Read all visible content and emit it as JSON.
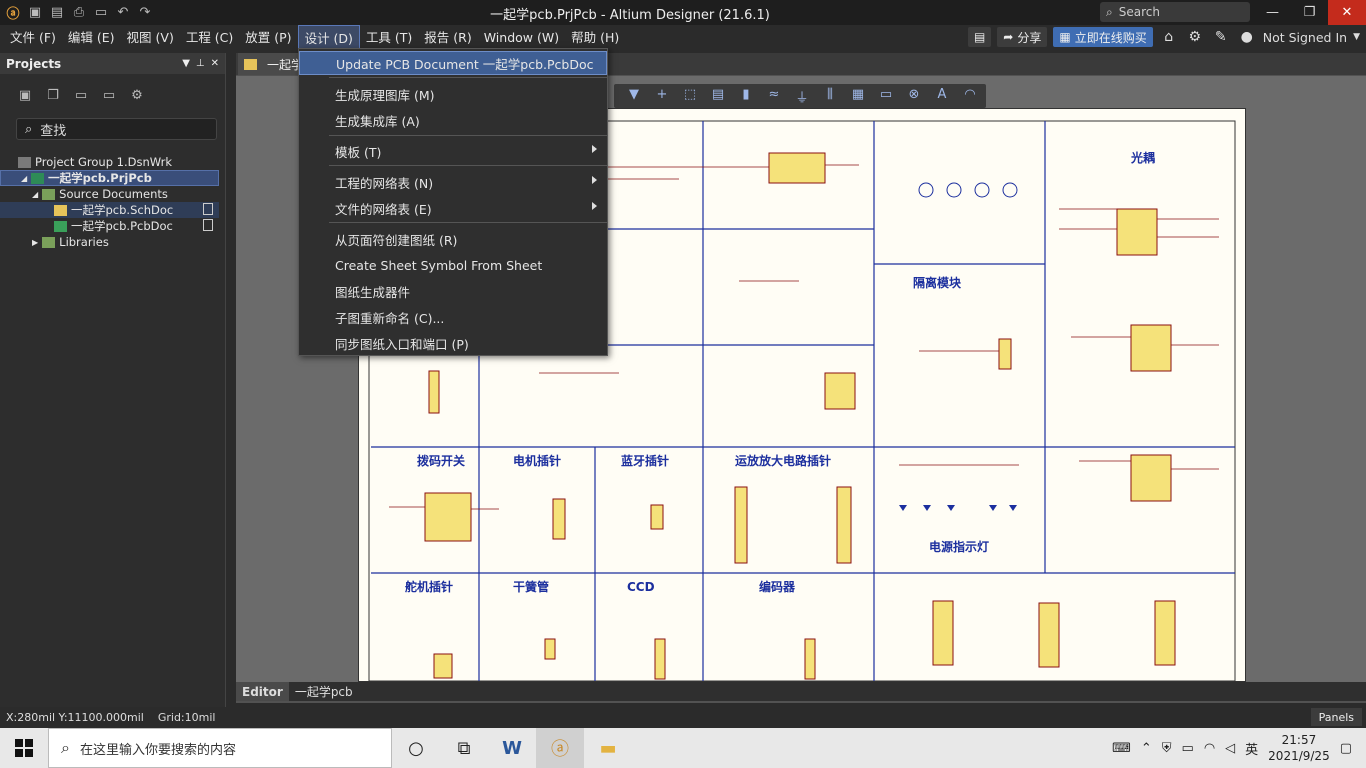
{
  "window": {
    "title": "一起学pcb.PrjPcb - Altium Designer (21.6.1)",
    "search_label": "Search"
  },
  "menu": {
    "items": [
      "文件 (F)",
      "编辑 (E)",
      "视图 (V)",
      "工程 (C)",
      "放置 (P)",
      "设计 (D)",
      "工具 (T)",
      "报告 (R)",
      "Window (W)",
      "帮助 (H)"
    ],
    "active_index": 5
  },
  "topright": {
    "share": "分享",
    "buy": "立即在线购买",
    "user": "Not Signed In"
  },
  "projects_panel": {
    "title": "Projects",
    "search_placeholder": "查找",
    "tree": [
      {
        "label": "Project Group 1.DsnWrk",
        "indent": 0
      },
      {
        "label": "一起学pcb.PrjPcb",
        "indent": 1
      },
      {
        "label": "Source Documents",
        "indent": 2
      },
      {
        "label": "一起学pcb.SchDoc",
        "indent": 3
      },
      {
        "label": "一起学pcb.PcbDoc",
        "indent": 3
      },
      {
        "label": "Libraries",
        "indent": 2
      }
    ]
  },
  "document": {
    "tab_label": "一起学",
    "bottom_tabs": [
      "Editor",
      "一起学pcb"
    ]
  },
  "dropdown": {
    "items": [
      {
        "label": "Update PCB Document 一起学pcb.PcbDoc",
        "highlighted": true,
        "submenu": false
      },
      {
        "label": "生成原理图库 (M)",
        "submenu": false
      },
      {
        "label": "生成集成库 (A)",
        "submenu": false
      },
      {
        "label": "模板 (T)",
        "submenu": true
      },
      {
        "label": "工程的网络表 (N)",
        "submenu": true
      },
      {
        "label": "文件的网络表 (E)",
        "submenu": true
      },
      {
        "label": "从页面符创建图纸 (R)",
        "submenu": false
      },
      {
        "label": "Create Sheet Symbol From Sheet",
        "submenu": false
      },
      {
        "label": "图纸生成器件",
        "submenu": false
      },
      {
        "label": "子图重新命名 (C)...",
        "submenu": false
      },
      {
        "label": "同步图纸入口和端口 (P)",
        "submenu": false
      }
    ]
  },
  "schematic": {
    "block_labels": [
      "光耦",
      "隔离模块",
      "拨码开关",
      "电机插针",
      "蓝牙插针",
      "运放放大电路插针",
      "电源指示灯",
      "舵机插针",
      "干簧管",
      "CCD",
      "编码器"
    ]
  },
  "status": {
    "coords": "X:280mil Y:11100.000mil",
    "grid": "Grid:10mil",
    "panels": "Panels"
  },
  "taskbar": {
    "search_placeholder": "在这里输入你要搜索的内容",
    "ime": "英",
    "time": "21:57",
    "date": "2021/9/25"
  }
}
